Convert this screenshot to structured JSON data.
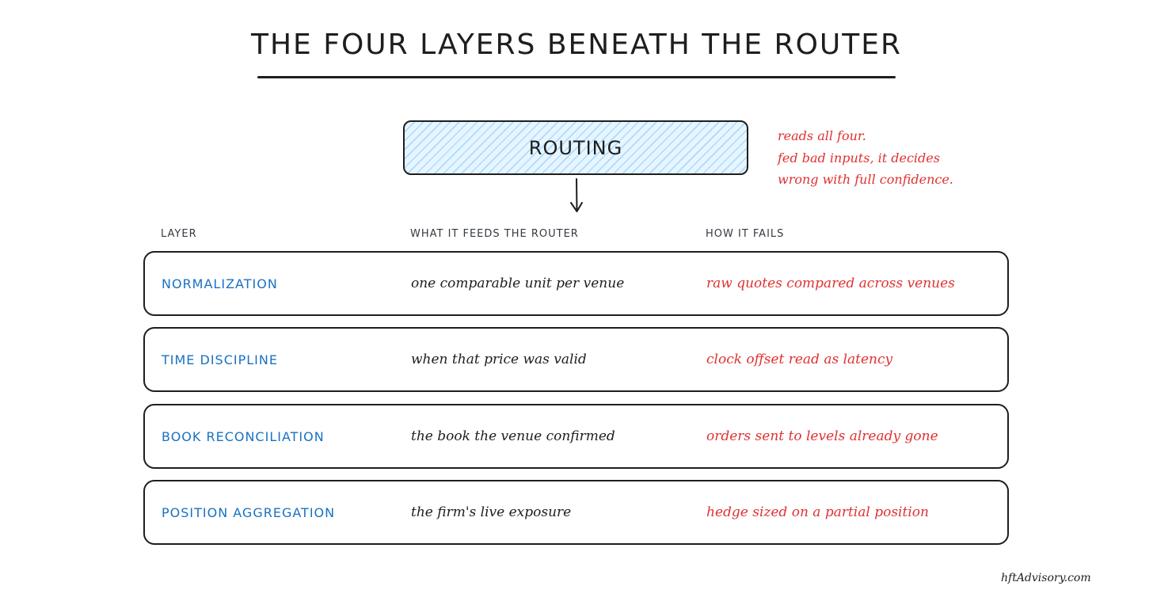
{
  "title": "THE FOUR LAYERS BENEATH THE ROUTER",
  "routing": {
    "label": "ROUTING",
    "note_lines": [
      "reads all four.",
      "fed bad inputs, it decides",
      "wrong with full confidence."
    ]
  },
  "table": {
    "headers": {
      "layer": "LAYER",
      "feeds": "WHAT IT FEEDS THE ROUTER",
      "fails": "HOW IT FAILS"
    },
    "rows": [
      {
        "layer": "NORMALIZATION",
        "feeds": "one comparable unit per venue",
        "fails": "raw quotes compared across venues"
      },
      {
        "layer": "TIME DISCIPLINE",
        "feeds": "when that price was valid",
        "fails": "clock offset read as latency"
      },
      {
        "layer": "BOOK RECONCILIATION",
        "feeds": "the book the venue confirmed",
        "fails": "orders sent to levels already gone"
      },
      {
        "layer": "POSITION AGGREGATION",
        "feeds": "the firm's live exposure",
        "fails": "hedge sized on a partial position"
      }
    ]
  },
  "watermark": "hftAdvisory.com",
  "colors": {
    "ink": "#1e1e1e",
    "layer_blue": "#1971c2",
    "failure_red": "#e03131",
    "routing_fill": "#e7f5ff",
    "routing_hatch": "#a5d8ff"
  },
  "icons": {
    "arrow": "arrow-down-icon"
  }
}
